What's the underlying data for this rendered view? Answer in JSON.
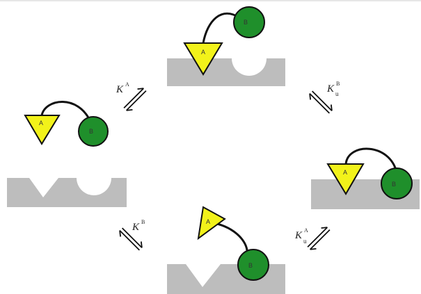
{
  "colors": {
    "background": "#ffffff",
    "surface": "#bdbdbd",
    "ligand_a": "#f2f21a",
    "ligand_b": "#1f8f2b",
    "outline": "#111111"
  },
  "icons": {
    "ligand_a": "yellow-triangle",
    "ligand_b": "green-circle",
    "linker": "curved-line",
    "equilibrium": "double-harpoon-arrow"
  },
  "constants": {
    "ka": {
      "symbol": "K",
      "sup": "A"
    },
    "kb": {
      "symbol": "K",
      "sup": "B"
    },
    "ku_b": {
      "symbol": "K",
      "sup": "B",
      "sub": "u"
    },
    "ku_a": {
      "symbol": "K",
      "sup": "A",
      "sub": "u"
    }
  },
  "shapes": {
    "a_label": "A",
    "b_label": "B"
  }
}
